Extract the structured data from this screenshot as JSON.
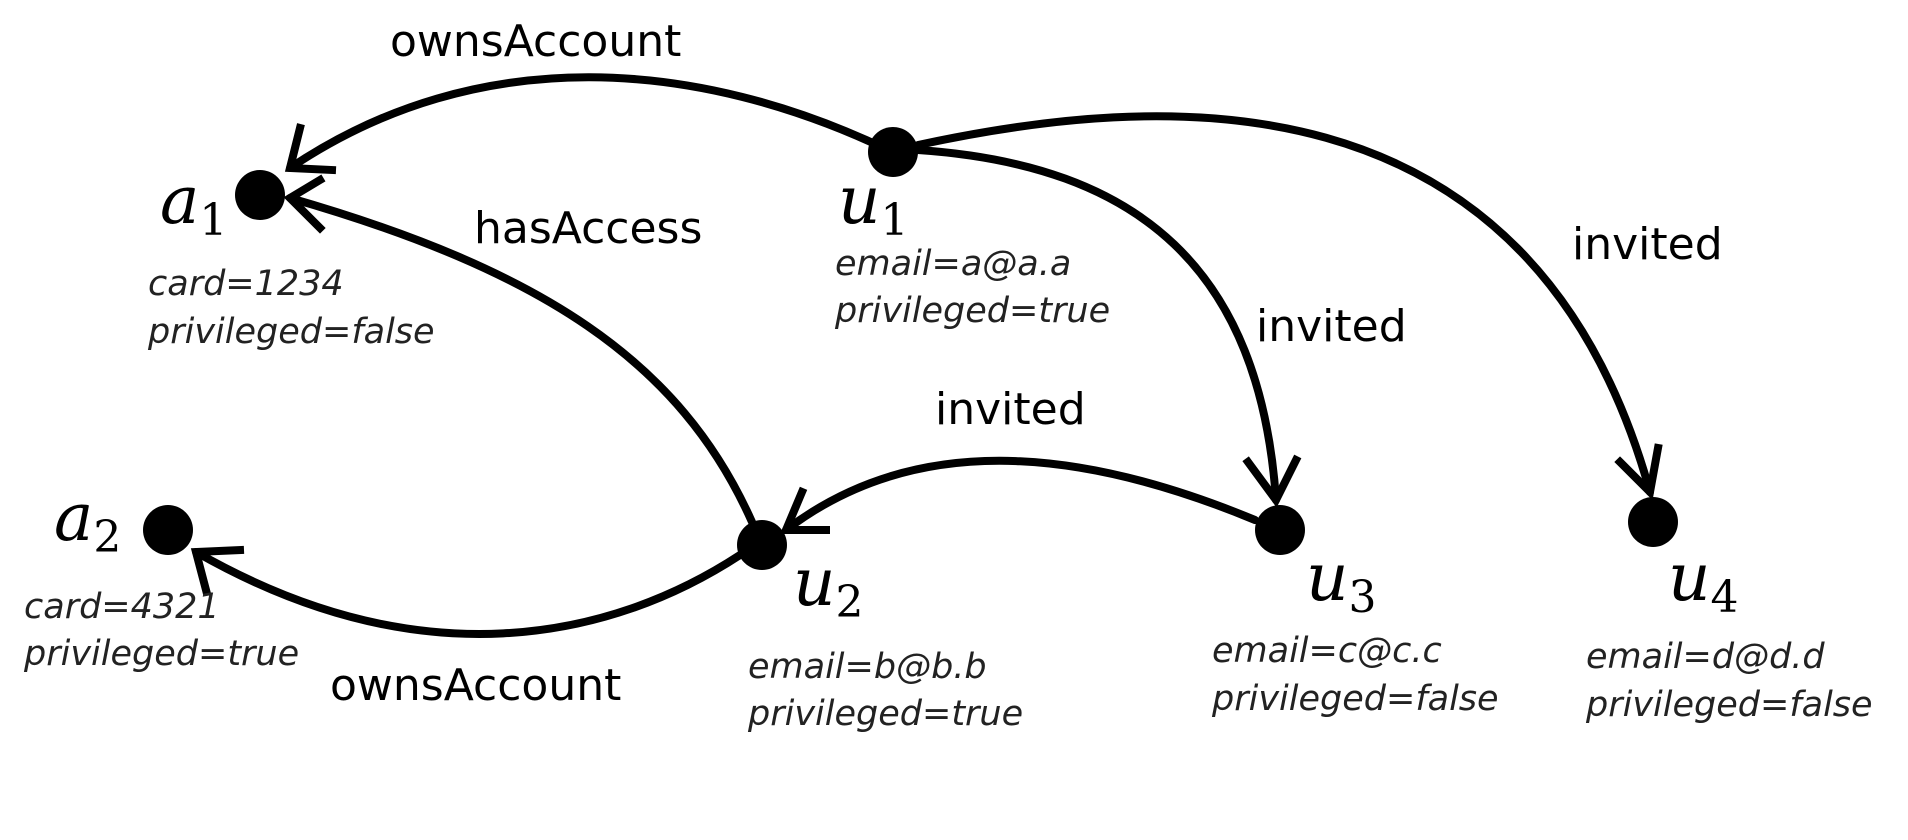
{
  "nodes": {
    "a1": {
      "name": "a",
      "sub": "1",
      "attrs": [
        "card=1234",
        "privileged=false"
      ]
    },
    "a2": {
      "name": "a",
      "sub": "2",
      "attrs": [
        "card=4321",
        "privileged=true"
      ]
    },
    "u1": {
      "name": "u",
      "sub": "1",
      "attrs": [
        "email=a@a.a",
        "privileged=true"
      ]
    },
    "u2": {
      "name": "u",
      "sub": "2",
      "attrs": [
        "email=b@b.b",
        "privileged=true"
      ]
    },
    "u3": {
      "name": "u",
      "sub": "3",
      "attrs": [
        "email=c@c.c",
        "privileged=false"
      ]
    },
    "u4": {
      "name": "u",
      "sub": "4",
      "attrs": [
        "email=d@d.d",
        "privileged=false"
      ]
    }
  },
  "edges": {
    "u1_a1": {
      "source": "u1",
      "target": "a1",
      "label": "ownsAccount"
    },
    "u2_a1": {
      "source": "u2",
      "target": "a1",
      "label": "hasAccess"
    },
    "u1_u3": {
      "source": "u1",
      "target": "u3",
      "label": "invited"
    },
    "u1_u4": {
      "source": "u1",
      "target": "u4",
      "label": "invited"
    },
    "u3_u2": {
      "source": "u3",
      "target": "u2",
      "label": "invited"
    },
    "u2_a2": {
      "source": "u2",
      "target": "a2",
      "label": "ownsAccount"
    }
  }
}
